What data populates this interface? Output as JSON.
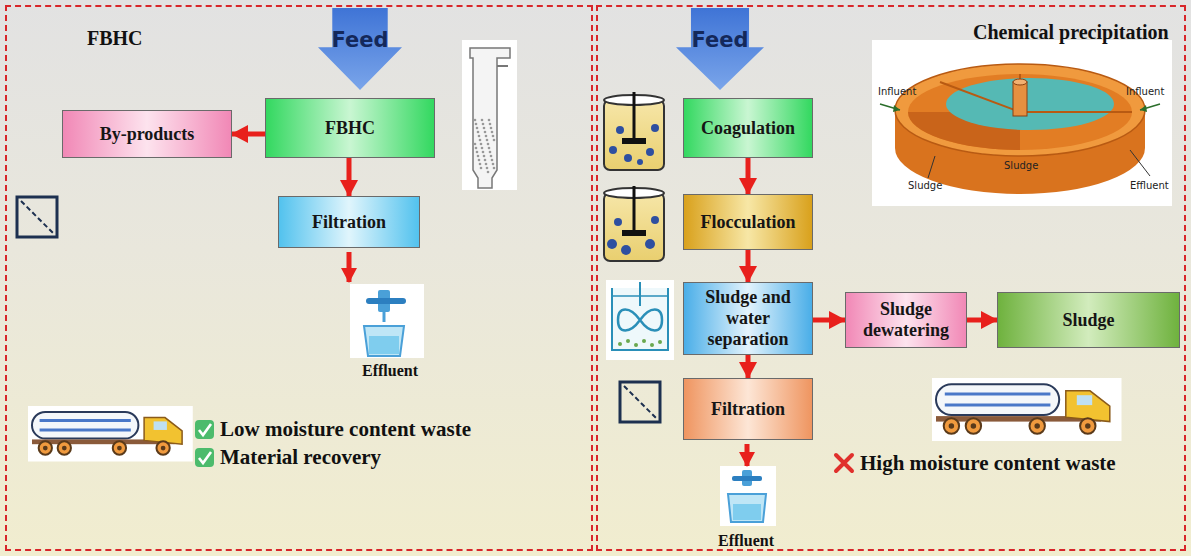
{
  "diagram": {
    "nodes": [
      {
        "text": [
          "FBHC"
        ]
      },
      {
        "text": [
          "Feed"
        ],
        "in": 0
      },
      {
        "text": [
          "By-products"
        ],
        "in": 0
      },
      {
        "text": [
          "FBHC"
        ],
        "in": 0
      },
      {
        "text": [
          "Filtration"
        ],
        "in": 0
      },
      {
        "text": [
          "Chemical precipitation"
        ]
      },
      {
        "text": [
          "Feed"
        ],
        "in": 5
      },
      {
        "text": [
          "Coagulation"
        ],
        "in": 5
      },
      {
        "text": [
          "Flocculation"
        ],
        "in": 5
      },
      {
        "text": [
          "Sludge and water separation"
        ],
        "in": 5
      },
      {
        "text": [
          "Sludge dewatering"
        ],
        "in": 5
      },
      {
        "text": [
          "Sludge"
        ],
        "in": 5
      },
      {
        "text": [
          "Filtration"
        ],
        "in": 5
      }
    ],
    "edges": [
      {
        "from": 3,
        "to": 2,
        "arrow": "to"
      },
      {
        "from": 3,
        "to": 4,
        "arrow": "to"
      },
      {
        "from": 7,
        "to": 8,
        "arrow": "to"
      },
      {
        "from": 8,
        "to": 9,
        "arrow": "to"
      },
      {
        "from": 9,
        "to": 10,
        "arrow": "to"
      },
      {
        "from": 10,
        "to": 11,
        "arrow": "to"
      },
      {
        "from": 9,
        "to": 12,
        "arrow": "to"
      }
    ],
    "labels": [
      "Effluent",
      "Low moisture content waste",
      "Material recovery",
      "Influent",
      "Influent",
      "Sludge",
      "Sludge",
      "Effluent",
      "Effluent",
      "High moisture content waste"
    ]
  }
}
